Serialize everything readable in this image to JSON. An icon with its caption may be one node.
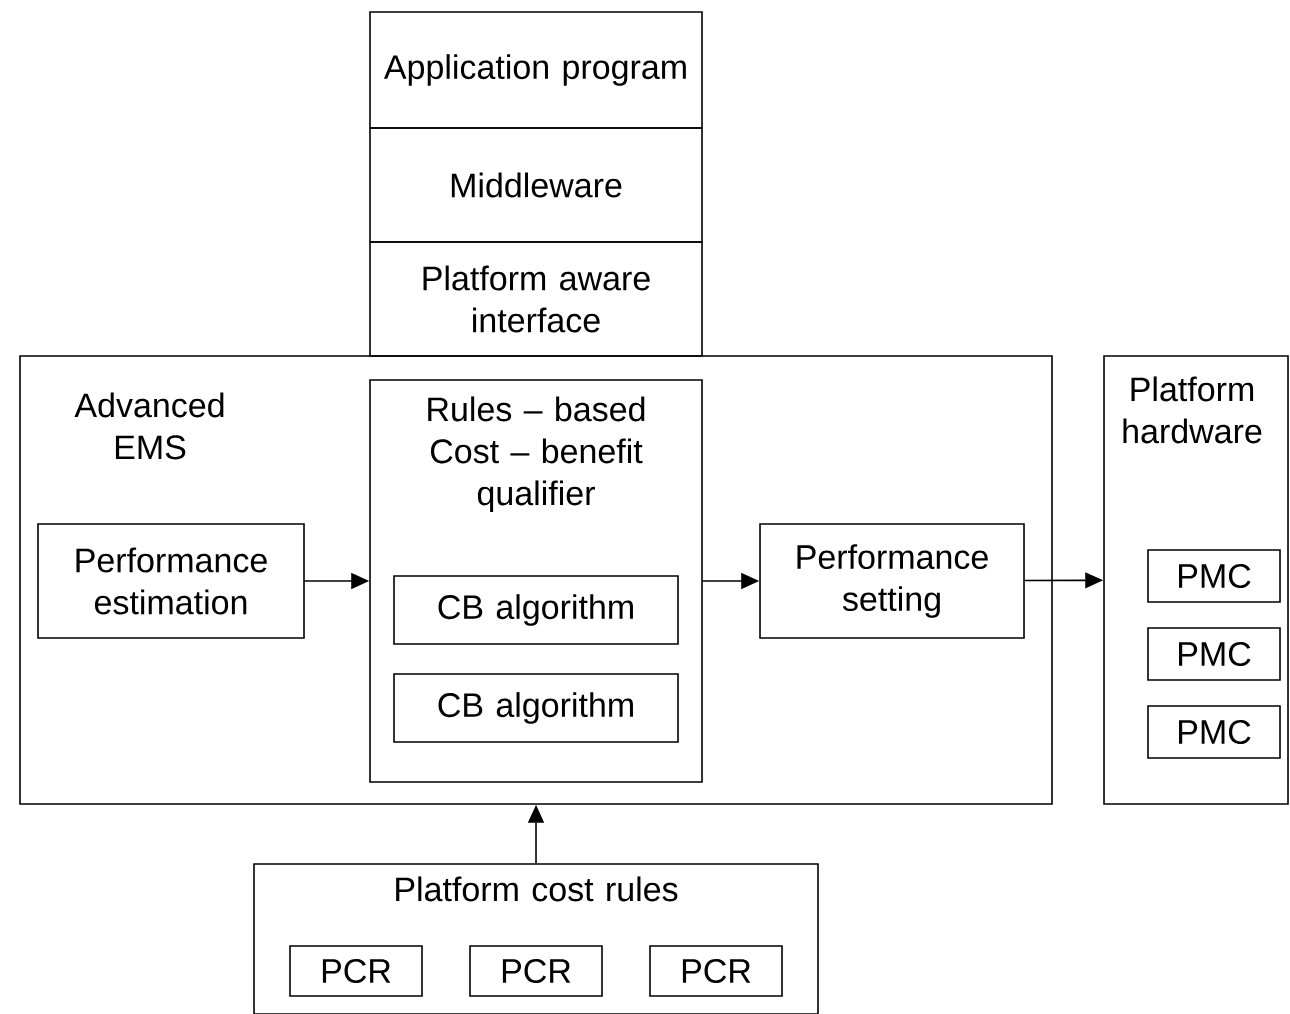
{
  "diagram": {
    "nodes": [
      {
        "text": [
          "Application program"
        ]
      },
      {
        "text": [
          "Middleware"
        ]
      },
      {
        "text": [
          "Platform aware interface"
        ]
      },
      {
        "text": [
          "Advanced EMS"
        ]
      },
      {
        "text": [
          "Performance estimation"
        ],
        "in": 3
      },
      {
        "text": [
          "Rules – based Cost – benefit qualifier"
        ],
        "in": 3
      },
      {
        "text": [
          "CB algorithm"
        ],
        "in": 5
      },
      {
        "text": [
          "CB algorithm"
        ],
        "in": 5
      },
      {
        "text": [
          "Performance setting"
        ],
        "in": 3
      },
      {
        "text": [
          "Platform hardware"
        ]
      },
      {
        "text": [
          "PMC"
        ],
        "in": 9
      },
      {
        "text": [
          "PMC"
        ],
        "in": 9
      },
      {
        "text": [
          "PMC"
        ],
        "in": 9
      },
      {
        "text": [
          "Platform cost rules"
        ]
      },
      {
        "text": [
          "PCR"
        ],
        "in": 13
      },
      {
        "text": [
          "PCR"
        ],
        "in": 13
      },
      {
        "text": [
          "PCR"
        ],
        "in": 13
      }
    ],
    "edges": [
      {
        "from": 4,
        "to": 5,
        "arrow": "to"
      },
      {
        "from": 5,
        "to": 8,
        "arrow": "to"
      },
      {
        "from": 8,
        "to": 9,
        "arrow": "to"
      },
      {
        "from": 13,
        "to": 3,
        "arrow": "to"
      }
    ]
  }
}
